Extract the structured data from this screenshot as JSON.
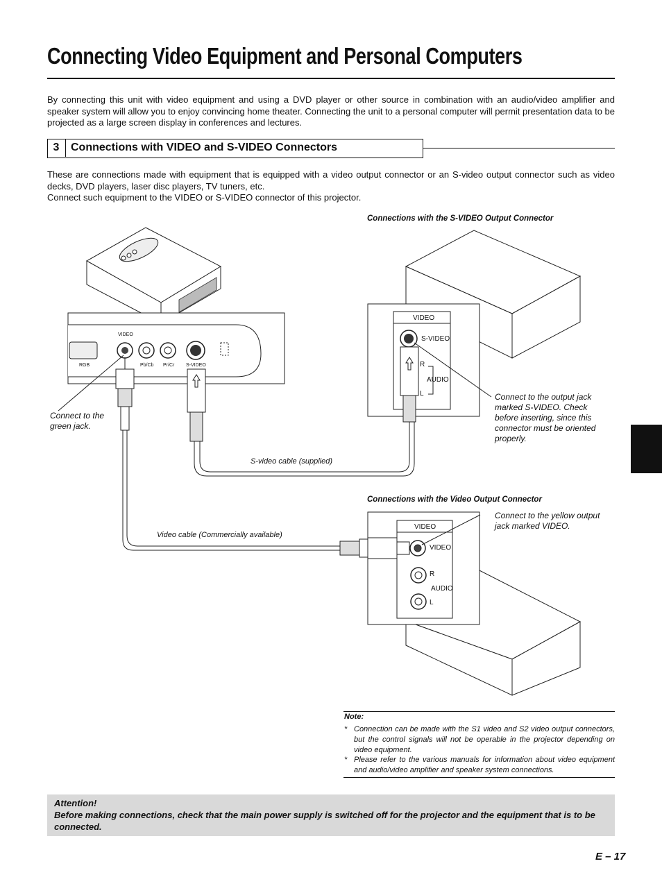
{
  "page": {
    "title": "Connecting Video Equipment and Personal Computers",
    "intro": "By connecting this unit with video equipment and using a DVD player or other source in combination with an audio/video amplifier and speaker system will allow you to enjoy convincing home theater. Connecting the unit to a personal computer will permit presentation data to be projected as a large screen display in conferences and lectures.",
    "section": {
      "number": "3",
      "title": "Connections with VIDEO and S-VIDEO Connectors",
      "body_1": "These are connections made with equipment that is equipped with a video output connector or an S-video output connector such as video decks, DVD players, laser disc players, TV tuners, etc.",
      "body_2": "Connect such equipment to the VIDEO or S-VIDEO connector of this projector."
    },
    "diagram": {
      "svideo_caption": "Connections with the S-VIDEO Output Connector",
      "video_caption": "Connections with the Video Output Connector",
      "green_jack_note_1": "Connect to the",
      "green_jack_note_2": "green jack.",
      "svideo_note_lines": [
        "Connect to the output jack",
        "marked S-VIDEO. Check",
        "before inserting, since this",
        "connector must be oriented",
        "properly."
      ],
      "yellow_note_lines": [
        "Connect to the yellow output",
        "jack marked VIDEO."
      ],
      "svideo_cable": "S-video cable (supplied)",
      "video_cable": "Video cable (Commercially available)",
      "panel_labels": {
        "video": "VIDEO",
        "rgb": "RGB",
        "pbcb": "Pb/Cb",
        "prcr": "Pr/Cr",
        "svideo": "S-VIDEO"
      },
      "device_labels": {
        "video": "VIDEO",
        "svideo": "S-VIDEO",
        "r": "R",
        "audio": "AUDIO",
        "l": "L"
      }
    },
    "note": {
      "heading": "Note:",
      "items": [
        "Connection can be made with the S1 video and S2 video output connectors, but the control signals will not be operable in the projector depending on video equipment.",
        "Please refer to the various manuals for information about video equipment and audio/video amplifier and speaker system connections."
      ],
      "bullet": "*"
    },
    "attention": {
      "heading": "Attention!",
      "text": "Before making connections, check that the main power supply is switched off for the projector and the equipment that is to be connected."
    },
    "page_number": "E – 17"
  }
}
